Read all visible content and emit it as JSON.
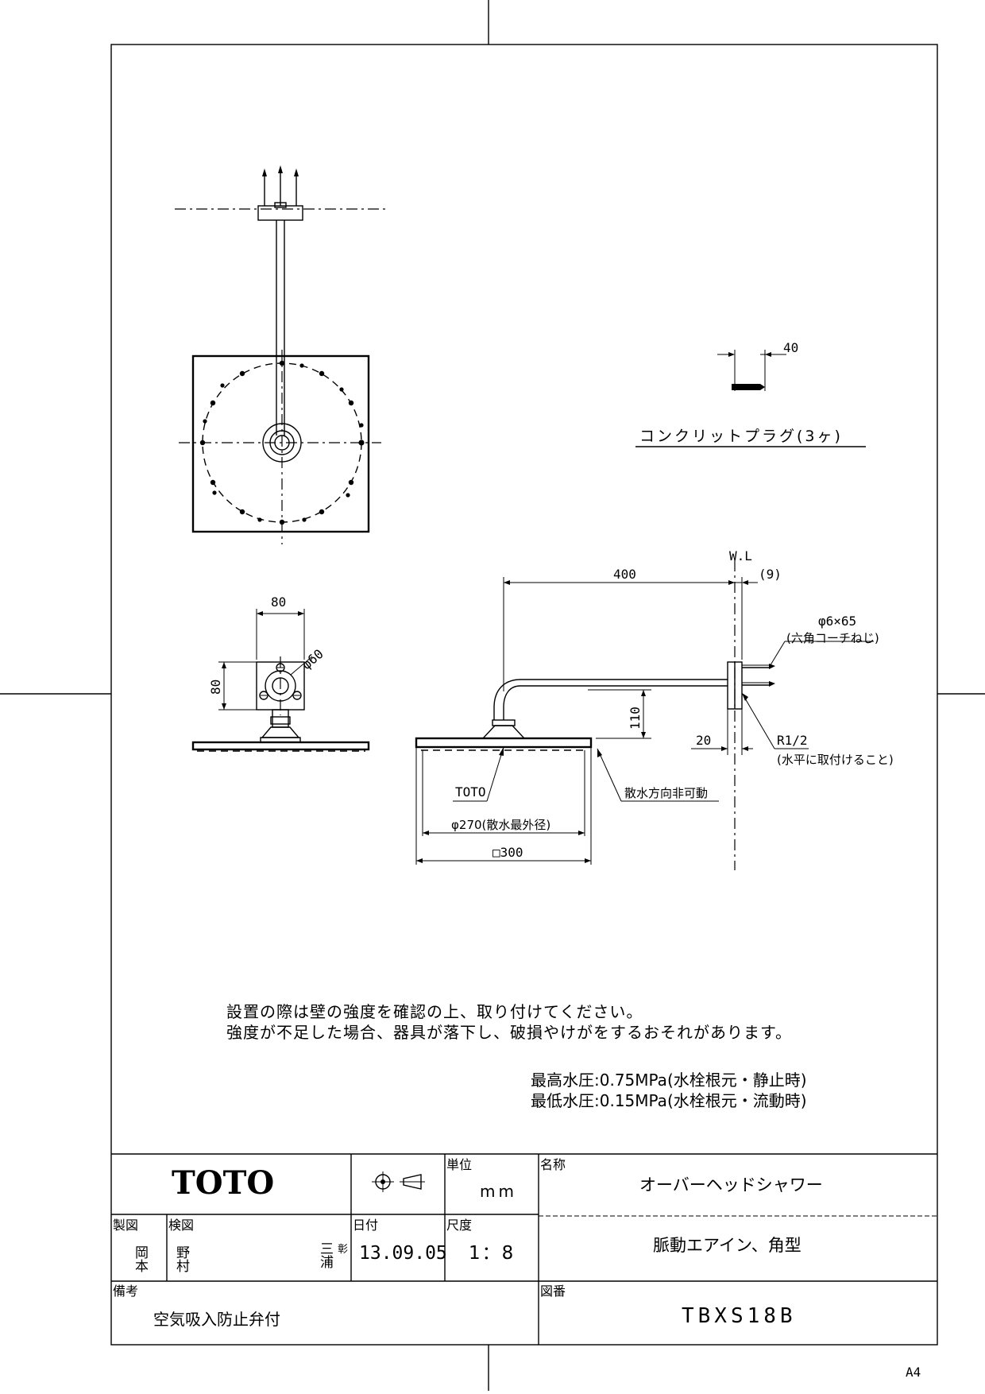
{
  "drawing": {
    "dim_40": "40",
    "plug_label": "コンクリットプラグ(3ヶ)",
    "wl": "W.L",
    "dim_400": "400",
    "dim_9": "(9)",
    "screw": "φ6×65",
    "screw_note": "(六角コーチねじ)",
    "dim_80w": "80",
    "dim_80h": "80",
    "dim_60": "φ60",
    "dim_110": "110",
    "dim_20": "20",
    "thread": "R1/2",
    "thread_note": "(水平に取付けること)",
    "brand_mark": "TOTO",
    "spray_fixed": "散水方向非可動",
    "dim_270": "φ270(散水最外径)",
    "dim_300": "□300"
  },
  "notes": {
    "caution_1": "設置の際は壁の強度を確認の上、取り付けてください。",
    "caution_2": "強度が不足した場合、器具が落下し、破損やけがをするおそれがあります。",
    "pressure_max": "最高水圧:0.75MPa(水栓根元・静止時)",
    "pressure_min": "最低水圧:0.15MPa(水栓根元・流動時)"
  },
  "title_block": {
    "company": "TOTO",
    "unit_label": "単位",
    "unit_value": "mm",
    "name_label": "名称",
    "name_value": "オーバーヘッドシャワー",
    "drawn_label": "製図",
    "drawn_by": "岡本",
    "checked_label": "検図",
    "checked_by": "野村",
    "approved_by": "三浦",
    "approval_stamp": "彰",
    "date_label": "日付",
    "date_value": "13.09.05",
    "scale_label": "尺度",
    "scale_value": "1：8",
    "sub_name_value": "脈動エアイン、角型",
    "remarks_label": "備考",
    "remarks_value": "空気吸入防止弁付",
    "drawing_no_label": "図番",
    "drawing_no_value": "TBXS18B",
    "paper_size": "A4"
  }
}
